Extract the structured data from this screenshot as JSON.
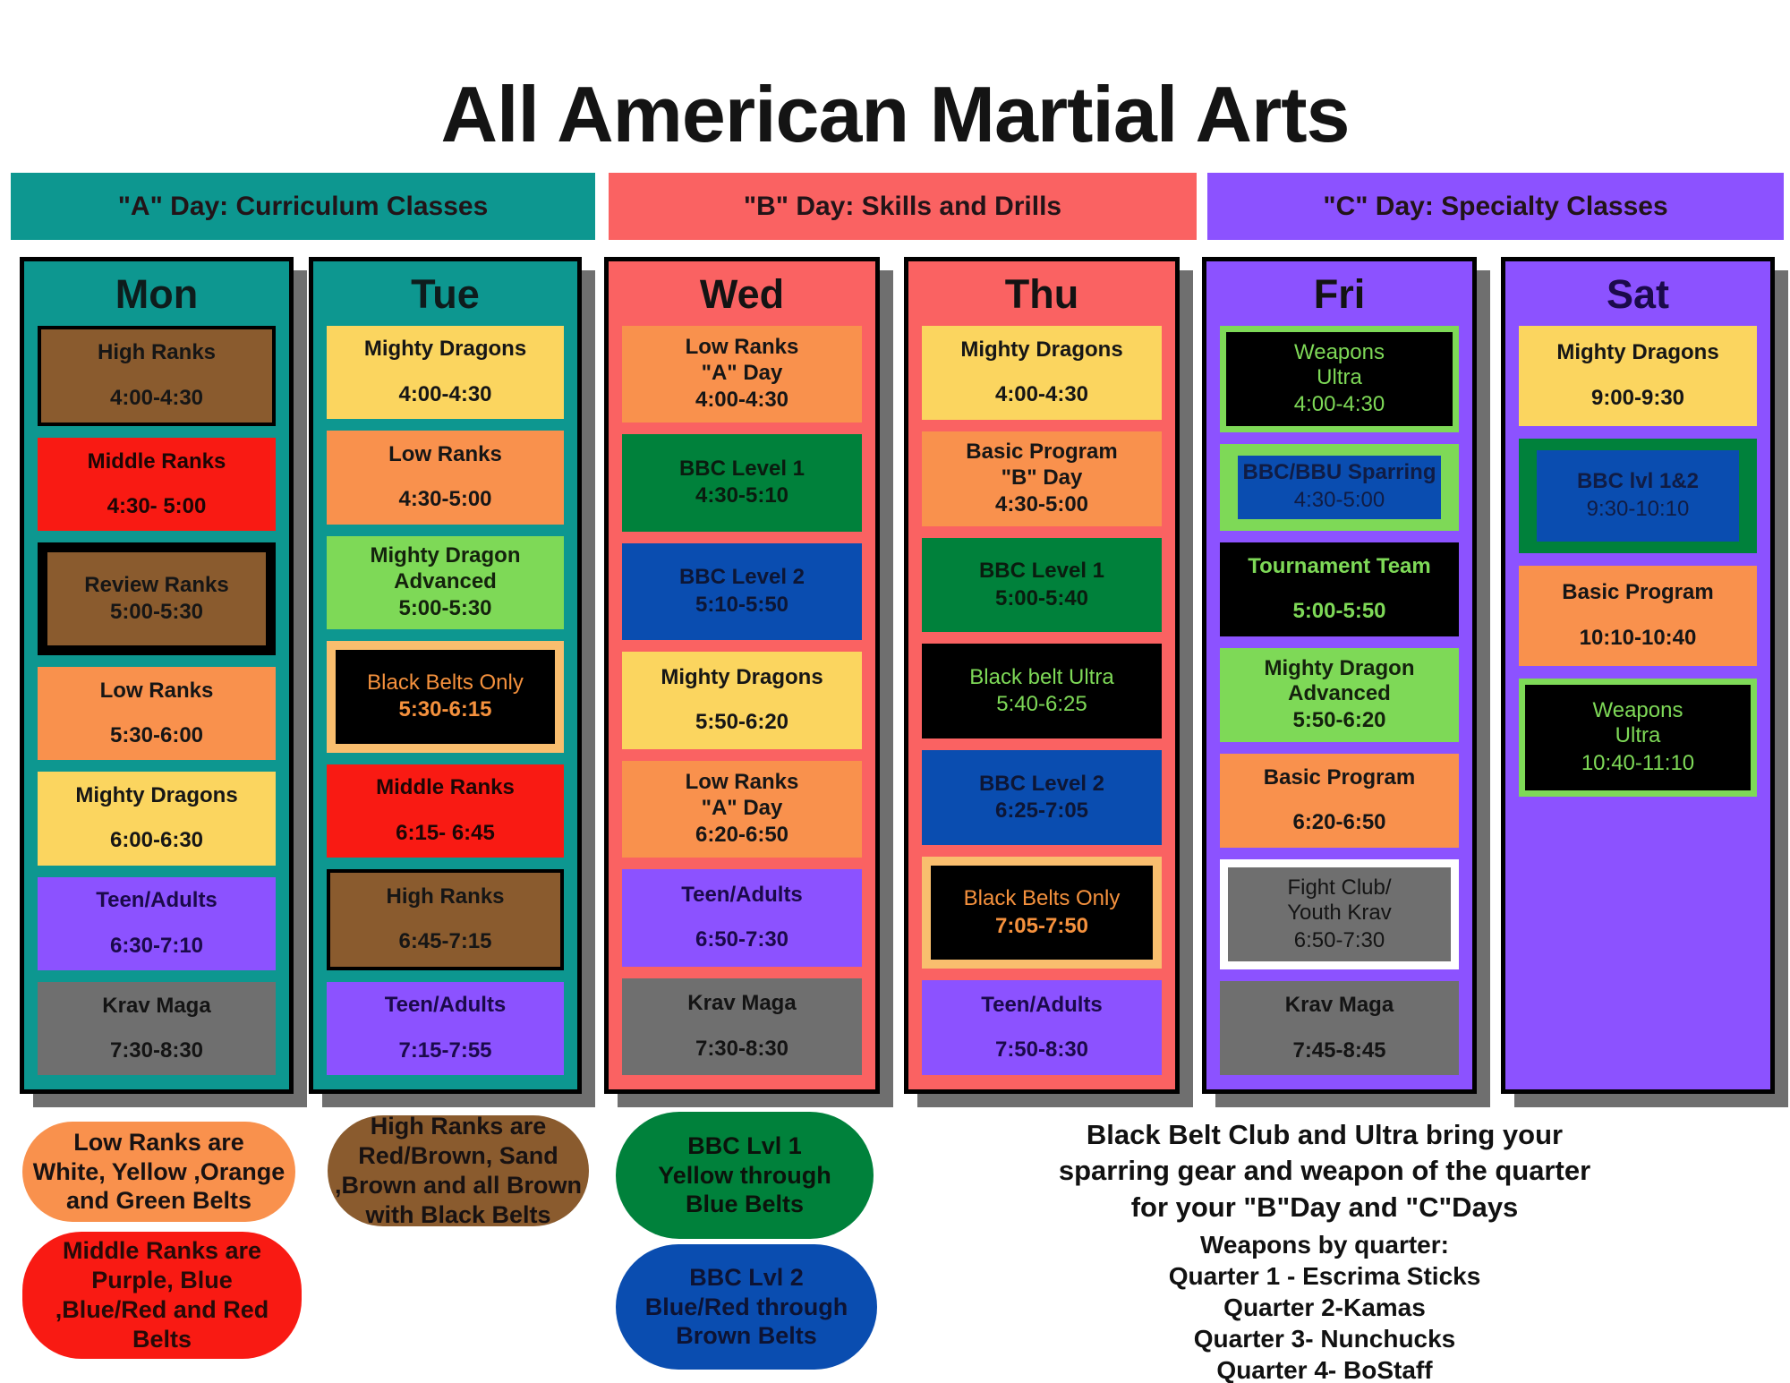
{
  "title": "All American Martial Arts",
  "group_headers": [
    {
      "label": "\"A\" Day: Curriculum Classes",
      "color": "#0D9790"
    },
    {
      "label": "\"B\" Day: Skills and Drills",
      "color": "#FA6262"
    },
    {
      "label": "\"C\" Day: Specialty Classes",
      "color": "#8C52FF"
    }
  ],
  "palette": {
    "teal": "#0D9790",
    "coral": "#FA6262",
    "purple": "#8C52FF",
    "orange": "#F9914D",
    "yellow": "#FBD55F",
    "red": "#F91A13",
    "brown": "#8A5B2E",
    "gray": "#6F6F6F",
    "light_green": "#7ED957",
    "dark_green": "#00813B",
    "blue": "#0A4DB0",
    "tan_border": "#F9BE6E",
    "black": "#000000"
  },
  "days": [
    {
      "label": "Mon",
      "classes": [
        {
          "name": "High Ranks",
          "time": "4:00-4:30"
        },
        {
          "name": "Middle Ranks",
          "time": "4:30- 5:00"
        },
        {
          "name": "Review Ranks",
          "time": "5:00-5:30"
        },
        {
          "name": "Low Ranks",
          "time": "5:30-6:00"
        },
        {
          "name": "Mighty Dragons",
          "time": "6:00-6:30"
        },
        {
          "name": "Teen/Adults",
          "time": "6:30-7:10"
        },
        {
          "name": "Krav Maga",
          "time": "7:30-8:30"
        }
      ]
    },
    {
      "label": "Tue",
      "classes": [
        {
          "name": "Mighty Dragons",
          "time": "4:00-4:30"
        },
        {
          "name": "Low Ranks",
          "time": "4:30-5:00"
        },
        {
          "name": "Mighty Dragon\nAdvanced",
          "time": "5:00-5:30"
        },
        {
          "name": "Black Belts Only",
          "time": "5:30-6:15"
        },
        {
          "name": "Middle Ranks",
          "time": "6:15- 6:45"
        },
        {
          "name": "High Ranks",
          "time": "6:45-7:15"
        },
        {
          "name": "Teen/Adults",
          "time": "7:15-7:55"
        }
      ]
    },
    {
      "label": "Wed",
      "classes": [
        {
          "name": "Low Ranks\n\"A\" Day",
          "time": "4:00-4:30"
        },
        {
          "name": "BBC Level 1",
          "time": "4:30-5:10"
        },
        {
          "name": "BBC Level 2",
          "time": "5:10-5:50"
        },
        {
          "name": "Mighty Dragons",
          "time": "5:50-6:20"
        },
        {
          "name": "Low Ranks\n\"A\" Day",
          "time": "6:20-6:50"
        },
        {
          "name": "Teen/Adults",
          "time": "6:50-7:30"
        },
        {
          "name": "Krav Maga",
          "time": "7:30-8:30"
        }
      ]
    },
    {
      "label": "Thu",
      "classes": [
        {
          "name": "Mighty Dragons",
          "time": "4:00-4:30"
        },
        {
          "name": "Basic Program\n\"B\" Day",
          "time": "4:30-5:00"
        },
        {
          "name": "BBC Level 1",
          "time": "5:00-5:40"
        },
        {
          "name": "Black belt Ultra",
          "time": "5:40-6:25"
        },
        {
          "name": "BBC Level 2",
          "time": "6:25-7:05"
        },
        {
          "name": "Black Belts Only",
          "time": "7:05-7:50"
        },
        {
          "name": "Teen/Adults",
          "time": "7:50-8:30"
        }
      ]
    },
    {
      "label": "Fri",
      "classes": [
        {
          "name": "Weapons\nUltra",
          "time": "4:00-4:30"
        },
        {
          "name": "BBC/BBU Sparring",
          "time": "4:30-5:00"
        },
        {
          "name": "Tournament Team",
          "time": "5:00-5:50"
        },
        {
          "name": "Mighty Dragon\nAdvanced",
          "time": "5:50-6:20"
        },
        {
          "name": "Basic Program",
          "time": "6:20-6:50"
        },
        {
          "name": "Fight Club/\nYouth Krav",
          "time": "6:50-7:30"
        },
        {
          "name": "Krav Maga",
          "time": "7:45-8:45"
        }
      ]
    },
    {
      "label": "Sat",
      "classes": [
        {
          "name": "Mighty Dragons",
          "time": "9:00-9:30"
        },
        {
          "name": "BBC lvl 1&2",
          "time": "9:30-10:10"
        },
        {
          "name": "Basic Program",
          "time": "10:10-10:40"
        },
        {
          "name": "Weapons\nUltra",
          "time": "10:40-11:10"
        }
      ]
    }
  ],
  "legend": [
    {
      "text": "Low Ranks are\nWhite, Yellow ,Orange\nand Green Belts",
      "color": "#F9914D"
    },
    {
      "text": "Middle Ranks are\nPurple, Blue\n,Blue/Red and Red\nBelts",
      "color": "#F91A13"
    },
    {
      "text": "High Ranks are\nRed/Brown, Sand\n,Brown and all Brown\nwith Black Belts",
      "color": "#8A5B2E"
    },
    {
      "text": "BBC Lvl 1\nYellow through\nBlue Belts",
      "color": "#00813B"
    },
    {
      "text": "BBC Lvl 2\nBlue/Red through\nBrown Belts",
      "color": "#0A4DB0"
    }
  ],
  "notes": {
    "gear": "Black Belt Club and Ultra bring your\nsparring gear and weapon of the quarter\nfor your \"B\"Day and \"C\"Days",
    "weapons_title": "Weapons by quarter:",
    "weapons": [
      "Quarter 1 - Escrima Sticks",
      "Quarter 2-Kamas",
      "Quarter 3- Nunchucks",
      "Quarter 4- BoStaff"
    ]
  }
}
